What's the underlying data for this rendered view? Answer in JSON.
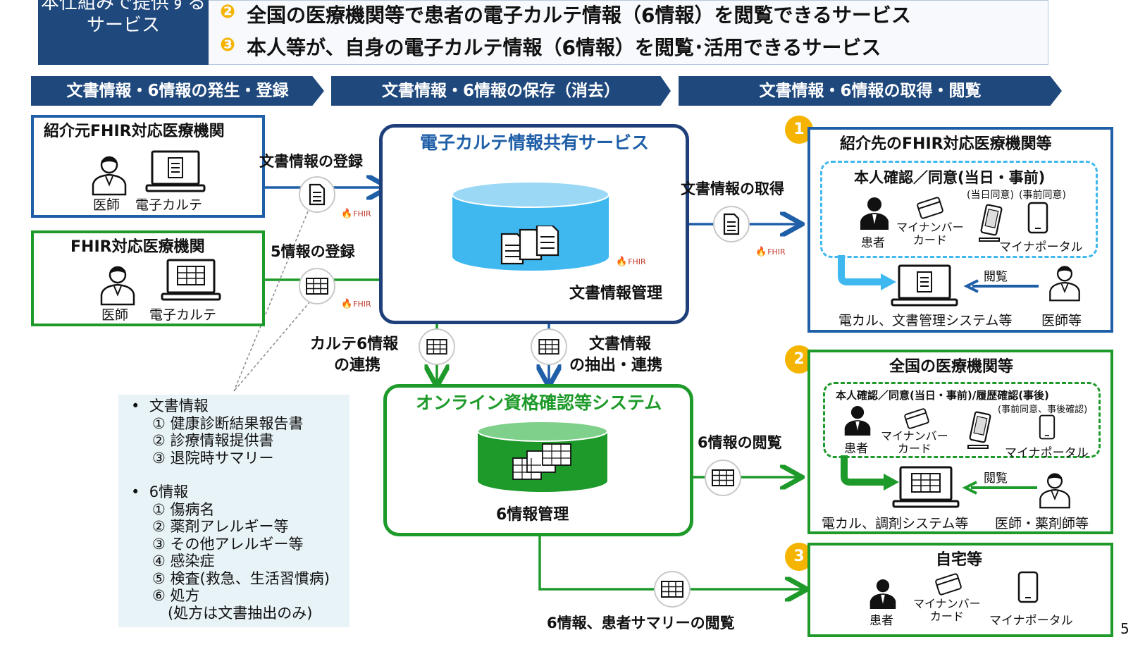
{
  "top": {
    "left_label": "本仕組みで提供する\nサービス",
    "item2": "全国の医療機関等で患者の電子カルテ情報（6情報）を閲覧できるサービス",
    "item3": "本人等が、自身の電子カルテ情報（6情報）を閲覧･活用できるサービス",
    "badge2": "❷",
    "badge3": "❸"
  },
  "headers": [
    "文書情報・6情報の発生・登録",
    "文書情報・6情報の保存（消去）",
    "文書情報・6情報の取得・閲覧"
  ],
  "left": {
    "box1_title": "紹介元FHIR対応医療機関",
    "box1_doctor": "医師",
    "box1_emr": "電子カルテ",
    "box2_title": "FHIR対応医療機関",
    "box2_doctor": "医師",
    "box2_emr": "電子カルテ"
  },
  "flows": {
    "doc_register": "文書情報の登録",
    "five_register": "5情報の登録",
    "karte6_line1": "カルテ6情報",
    "karte6_line2": "の連携",
    "doc_extract_line1": "文書情報",
    "doc_extract_line2": "の抽出・連携",
    "doc_get": "文書情報の取得",
    "six_view": "6情報の閲覧",
    "six_summary_view": "6情報、患者サマリーの閲覧",
    "fhir": "FHIR"
  },
  "center": {
    "share_title": "電子カルテ情報共有サービス",
    "doc_mgmt": "文書情報管理",
    "online_title": "オンライン資格確認等システム",
    "six_mgmt": "6情報管理"
  },
  "right": {
    "badge1": "1",
    "badge2": "2",
    "badge3": "3",
    "box1_title": "紹介先のFHIR対応医療機関等",
    "box1_consent": "本人確認／同意(当日・事前)",
    "box1_sameday": "(当日同意)",
    "box1_prior": "(事前同意)",
    "box1_patient": "患者",
    "box1_card": "マイナンバー\nカード",
    "box1_portal": "マイナポータル",
    "box1_view": "閲覧",
    "box1_system": "電カル、文書管理システム等",
    "box1_doctor": "医師等",
    "box2_title": "全国の医療機関等",
    "box2_consent": "本人確認／同意(当日・事前)/履歴確認(事後)",
    "box2_note": "(事前同意、事後確認)",
    "box2_patient": "患者",
    "box2_card": "マイナンバー\nカード",
    "box2_portal": "マイナポータル",
    "box2_view": "閲覧",
    "box2_system": "電カル、調剤システム等",
    "box2_doctor": "医師・薬剤師等",
    "box3_title": "自宅等",
    "box3_patient": "患者",
    "box3_card": "マイナンバー\nカード",
    "box3_portal": "マイナポータル"
  },
  "notes": {
    "bullet1": "文書情報",
    "doc1": "① 健康診断結果報告書",
    "doc2": "② 診療情報提供書",
    "doc3": "③ 退院時サマリー",
    "bullet2": "6情報",
    "six1": "① 傷病名",
    "six2": "② 薬剤アレルギー等",
    "six3": "③ その他アレルギー等",
    "six4": "④ 感染症",
    "six5": "⑤ 検査(救急、生活習慣病)",
    "six6": "⑥ 処方",
    "six6note": "(処方は文書抽出のみ)"
  },
  "page_number": "5",
  "colors": {
    "navy": "#1f497d",
    "blue": "#1f5fa8",
    "green": "#1e9a2a",
    "cyan": "#3fb8f0",
    "badge": "#f4b400"
  }
}
